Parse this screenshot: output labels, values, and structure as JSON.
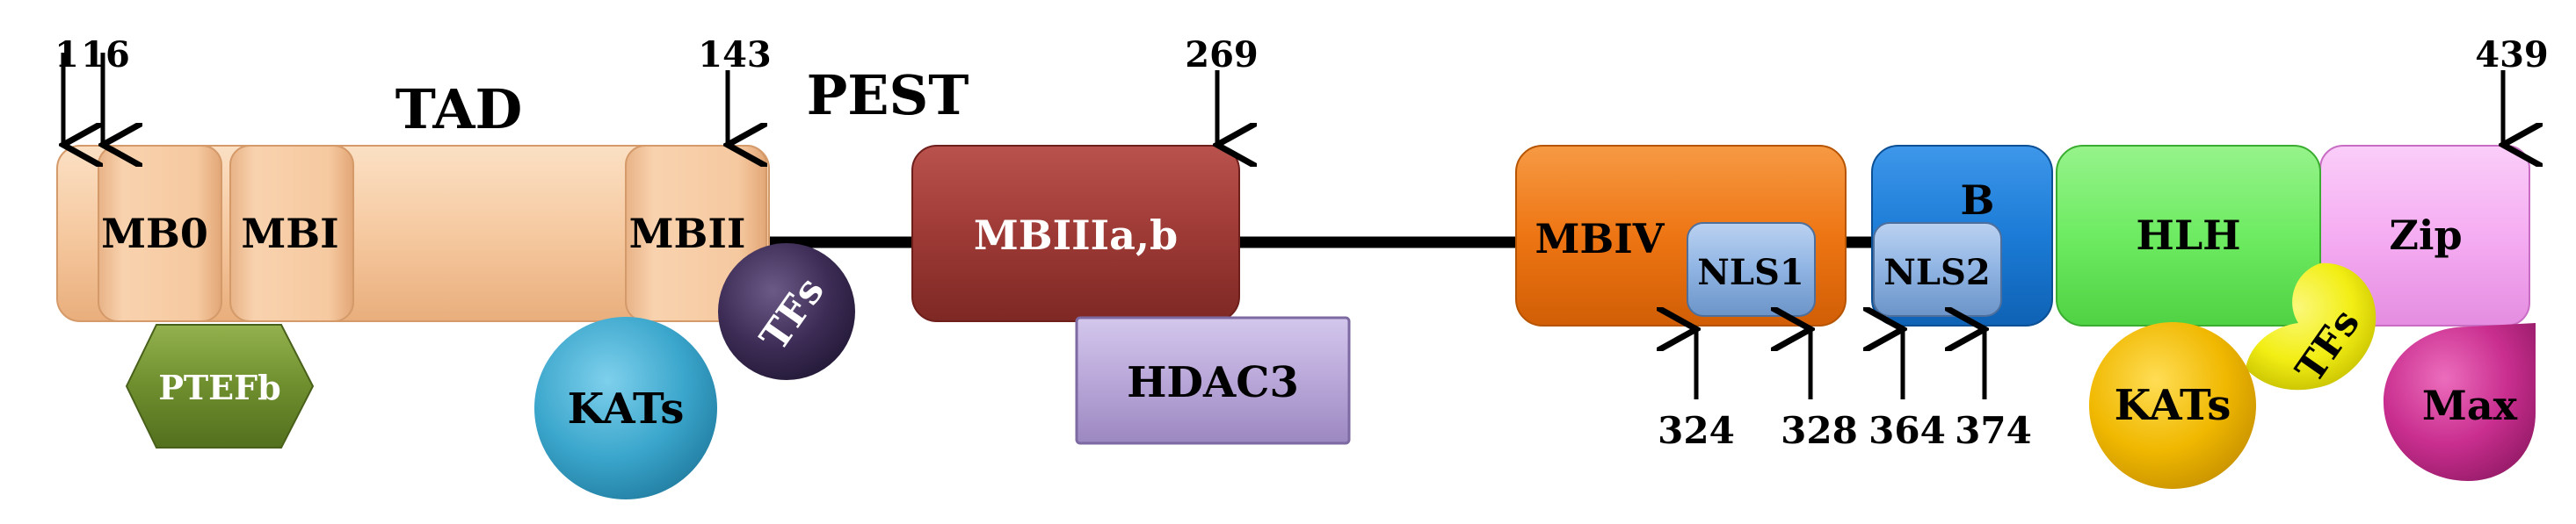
{
  "diagram": {
    "title_tad": "TAD",
    "title_pest": "PEST",
    "positions": {
      "p1": "1",
      "p16": "16",
      "p143": "143",
      "p269": "269",
      "p439": "439",
      "p324": "324",
      "p328": "328",
      "p364": "364",
      "p374": "374"
    },
    "domains": {
      "mb0": "MB0",
      "mbi": "MBI",
      "mbii": "MBII",
      "mbiii": "MBIIIa,b",
      "mbiv": "MBIV",
      "nls1": "NLS1",
      "nls2": "NLS2",
      "b": "B",
      "hlh": "HLH",
      "zip": "Zip"
    },
    "partners": {
      "ptefb": "PTEFb",
      "kats_left": "KATs",
      "tfs_left": "TFs",
      "hdac3": "HDAC3",
      "kats_right": "KATs",
      "tfs_right": "TFs",
      "max": "Max"
    },
    "colors": {
      "tad": "#F6C9A0",
      "mbiii": "#9E3A36",
      "mbiv": "#EE7513",
      "b": "#1B7BD6",
      "hlh": "#6EEB62",
      "zip": "#F5ADF2",
      "nls": "#8FB4E3",
      "ptefb": "#6E8E2E",
      "kats_left": "#3BA6CC",
      "tfs_left": "#3C2C55",
      "hdac3": "#B9A7D9",
      "kats_right": "#F0B800",
      "tfs_right": "#F2EE14",
      "max": "#C92E8F"
    }
  }
}
